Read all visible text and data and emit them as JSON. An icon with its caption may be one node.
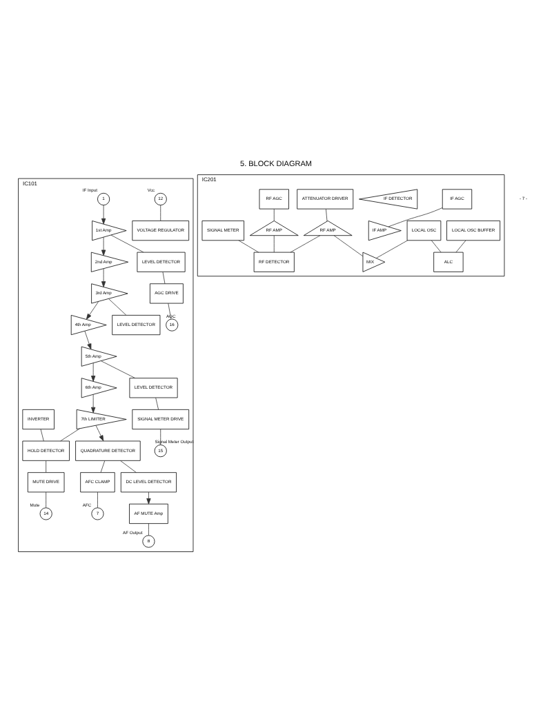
{
  "diagram": {
    "title": "5. BLOCK DIAGRAM",
    "nodes": [
      {
        "text": [
          "IC101"
        ]
      },
      {
        "text": [
          "12"
        ],
        "beside": [
          "Vcc"
        ],
        "in": 0
      },
      {
        "text": [
          "VOLTAGE REGULATOR"
        ],
        "in": 0
      },
      {
        "text": [
          "1"
        ],
        "beside": [
          "IF Input"
        ],
        "in": 0
      },
      {
        "text": [
          "1st Amp"
        ],
        "in": 0
      },
      {
        "text": [
          "2nd Amp"
        ],
        "in": 0
      },
      {
        "text": [
          "3rd Amp"
        ],
        "in": 0
      },
      {
        "text": [
          "4th Amp"
        ],
        "in": 0
      },
      {
        "text": [
          "5th Amp"
        ],
        "in": 0
      },
      {
        "text": [
          "6th Amp"
        ],
        "in": 0
      },
      {
        "text": [
          "7th LIMITER"
        ],
        "in": 0
      },
      {
        "text": [
          "QUADRATURE DETECTOR"
        ],
        "in": 0
      },
      {
        "text": [
          "AFC CLAMP"
        ],
        "in": 0
      },
      {
        "text": [
          "7"
        ],
        "beside": [
          "AFC"
        ],
        "in": 0
      },
      {
        "text": [
          "LEVEL DETECTOR"
        ],
        "in": 0
      },
      {
        "text": [
          "LEVEL DETECTOR"
        ],
        "in": 0
      },
      {
        "text": [
          "LEVEL DETECTOR"
        ],
        "in": 0
      },
      {
        "text": [
          "INVERTER"
        ],
        "in": 0
      },
      {
        "text": [
          "HOLD DETECTOR"
        ],
        "in": 0
      },
      {
        "text": [
          "DC LEVEL DETECTOR"
        ],
        "in": 0
      },
      {
        "text": [
          "AF MUTE Amp"
        ],
        "in": 0
      },
      {
        "text": [
          "8"
        ],
        "beside": [
          "AF Output"
        ],
        "in": 0
      },
      {
        "text": [
          "AGC DRIVE"
        ],
        "in": 0
      },
      {
        "text": [
          "SIGNAL METER DRIVE"
        ],
        "in": 0
      },
      {
        "text": [
          "MUTE DRIVE"
        ],
        "in": 0
      },
      {
        "text": [
          "16"
        ],
        "beside": [
          "AGC"
        ],
        "in": 0
      },
      {
        "text": [
          "15"
        ],
        "beside": [
          "Signal Meter Output"
        ],
        "in": 0
      },
      {
        "text": [
          "14"
        ],
        "beside": [
          "Mute"
        ],
        "in": 0
      },
      {
        "text": [
          "IC201"
        ]
      },
      {
        "text": [
          "LOCAL OSC BUFFER"
        ],
        "in": 28
      },
      {
        "text": [
          "LOCAL OSC"
        ],
        "in": 28
      },
      {
        "text": [
          "IF AGC"
        ],
        "in": 28
      },
      {
        "text": [
          "SIGNAL METER"
        ],
        "in": 28
      },
      {
        "text": [
          "IF DETECTOR"
        ],
        "in": 28
      },
      {
        "text": [
          "ALC"
        ],
        "in": 28
      },
      {
        "text": [
          "RF DETECTOR"
        ],
        "in": 28
      },
      {
        "text": [
          "RF AGC"
        ],
        "in": 28
      },
      {
        "text": [
          "RF AMP"
        ],
        "in": 28
      },
      {
        "text": [
          "ATTENUATOR DRIVER"
        ],
        "in": 28
      },
      {
        "text": [
          "RF AMP"
        ],
        "in": 28
      },
      {
        "text": [
          "MIX"
        ],
        "in": 28
      },
      {
        "text": [
          "IF AMP"
        ],
        "in": 28
      }
    ],
    "edges": [
      {
        "from": 1,
        "to": 2,
        "arrow": "none"
      },
      {
        "from": 3,
        "to": 4,
        "arrow": "to"
      },
      {
        "from": 4,
        "to": 5,
        "arrow": "to"
      },
      {
        "from": 5,
        "to": 6,
        "arrow": "to"
      },
      {
        "from": 6,
        "to": 7,
        "arrow": "to"
      },
      {
        "from": 7,
        "to": 8,
        "arrow": "to"
      },
      {
        "from": 8,
        "to": 9,
        "arrow": "to"
      },
      {
        "from": 9,
        "to": 10,
        "arrow": "to"
      },
      {
        "from": 10,
        "to": 11,
        "arrow": "to"
      },
      {
        "from": 11,
        "to": 12,
        "arrow": "none"
      },
      {
        "from": 12,
        "to": 13,
        "arrow": "none"
      },
      {
        "from": 4,
        "to": 14,
        "arrow": "none"
      },
      {
        "from": 6,
        "to": 15,
        "arrow": "none"
      },
      {
        "from": 8,
        "to": 16,
        "arrow": "none"
      },
      {
        "from": 10,
        "to": 18,
        "arrow": "none"
      },
      {
        "from": 17,
        "to": 18,
        "arrow": "none"
      },
      {
        "from": 11,
        "to": 19,
        "arrow": "none"
      },
      {
        "from": 19,
        "to": 20,
        "arrow": "to"
      },
      {
        "from": 20,
        "to": 21,
        "arrow": "none"
      },
      {
        "from": 14,
        "to": 22,
        "arrow": "none"
      },
      {
        "from": 22,
        "to": 25,
        "arrow": "none"
      },
      {
        "from": 16,
        "to": 23,
        "arrow": "none"
      },
      {
        "from": 23,
        "to": 26,
        "arrow": "none"
      },
      {
        "from": 18,
        "to": 24,
        "arrow": "none"
      },
      {
        "from": 24,
        "to": 27,
        "arrow": "none"
      },
      {
        "from": 29,
        "to": 34,
        "arrow": "none"
      },
      {
        "from": 30,
        "to": 34,
        "arrow": "none"
      },
      {
        "from": 30,
        "to": 40,
        "arrow": "none"
      },
      {
        "from": 31,
        "to": 41,
        "arrow": "none"
      },
      {
        "from": 32,
        "to": 35,
        "arrow": "none"
      },
      {
        "from": 37,
        "to": 35,
        "arrow": "none"
      },
      {
        "from": 39,
        "to": 35,
        "arrow": "none"
      },
      {
        "from": 36,
        "to": 37,
        "arrow": "none"
      },
      {
        "from": 38,
        "to": 39,
        "arrow": "none"
      },
      {
        "from": 39,
        "to": 40,
        "arrow": "none"
      }
    ],
    "labels": [
      "- 7 -"
    ]
  }
}
